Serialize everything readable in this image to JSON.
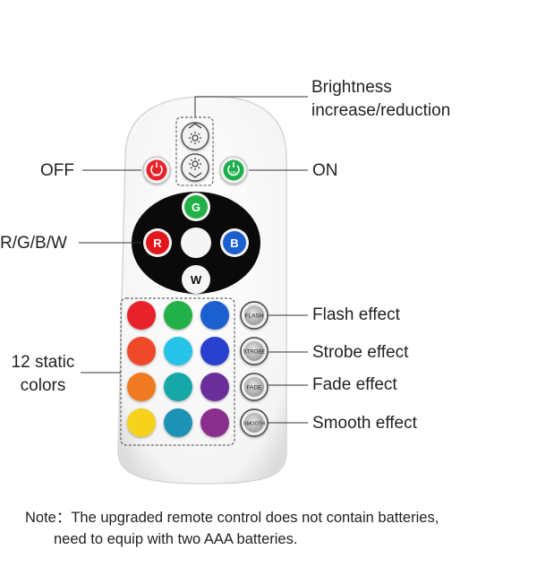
{
  "labels": {
    "brightness_line1": "Brightness",
    "brightness_line2": "increase/reduction",
    "off": "OFF",
    "on": "ON",
    "rgbw": "R/G/B/W",
    "static_line1": "12 static",
    "static_line2": "colors",
    "flash": "Flash effect",
    "strobe": "Strobe effect",
    "fade": "Fade effect",
    "smooth": "Smooth effect"
  },
  "buttons": {
    "off_text": "OFF",
    "on_text": "ON",
    "g": "G",
    "r": "R",
    "b": "B",
    "w": "W",
    "flash": "FLASH",
    "strobe": "STROBE",
    "fade": "FADE",
    "smooth": "SMOOTH"
  },
  "note": {
    "line1": "Note：The upgraded remote control does not contain batteries,",
    "line2": "need to equip with two AAA batteries."
  },
  "colors": {
    "off": "#e8202a",
    "on": "#1fae4b",
    "g": "#22b04a",
    "r": "#e3171f",
    "b": "#1f5fcf",
    "grid": [
      "#e8232b",
      "#22b04a",
      "#1f5fcf",
      "#ef4a2a",
      "#27c3e8",
      "#2a3fcf",
      "#f07a20",
      "#18a8a8",
      "#6a2f9a",
      "#f6d21a",
      "#1c93b5",
      "#8a2d8e"
    ]
  }
}
